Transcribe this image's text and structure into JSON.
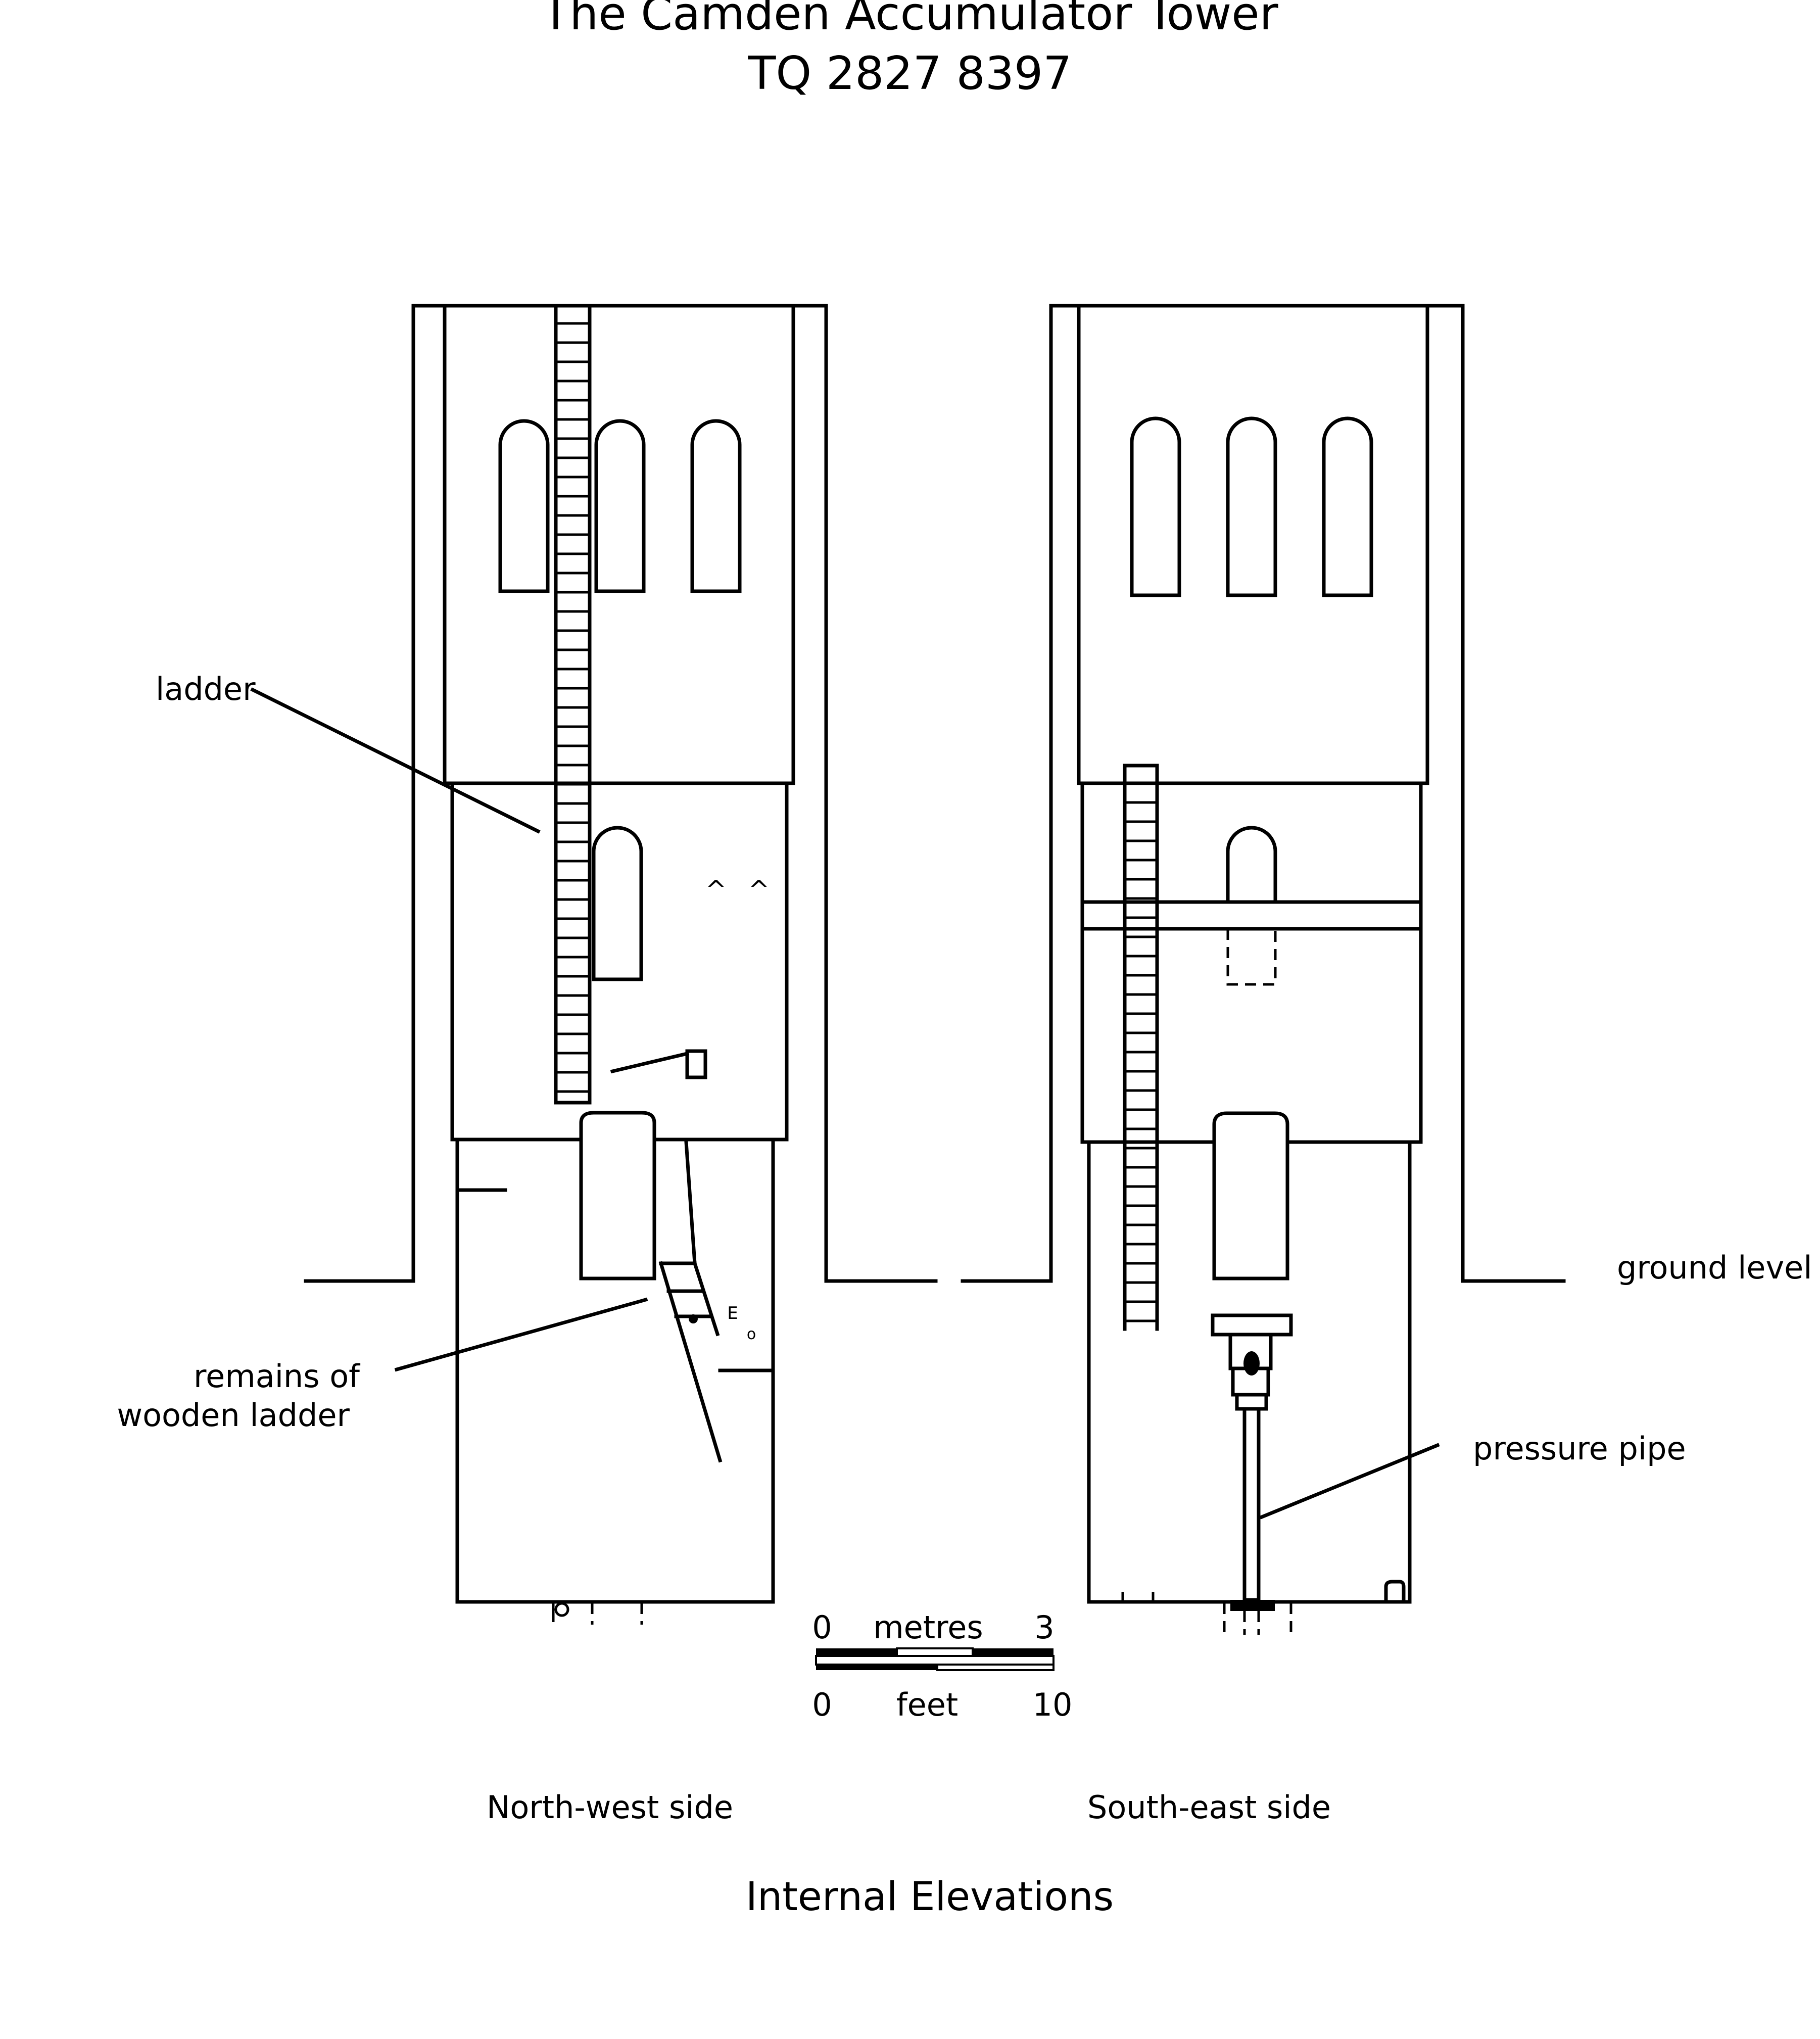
{
  "title": {
    "line1": "The Camden Accumulator Tower",
    "line2": "TQ 2827 8397"
  },
  "elevations": {
    "left_caption": "North-west side",
    "right_caption": "South-east side",
    "main_caption": "Internal Elevations"
  },
  "labels": {
    "ladder": "ladder",
    "remains_line1": "remains of",
    "remains_line2": "wooden ladder",
    "ground_level": "ground level",
    "pressure_pipe": "pressure pipe"
  },
  "scale_bar": {
    "metres_start": "0",
    "metres_label": "metres",
    "metres_end": "3",
    "feet_start": "0",
    "feet_label": "feet",
    "feet_end": "10"
  }
}
